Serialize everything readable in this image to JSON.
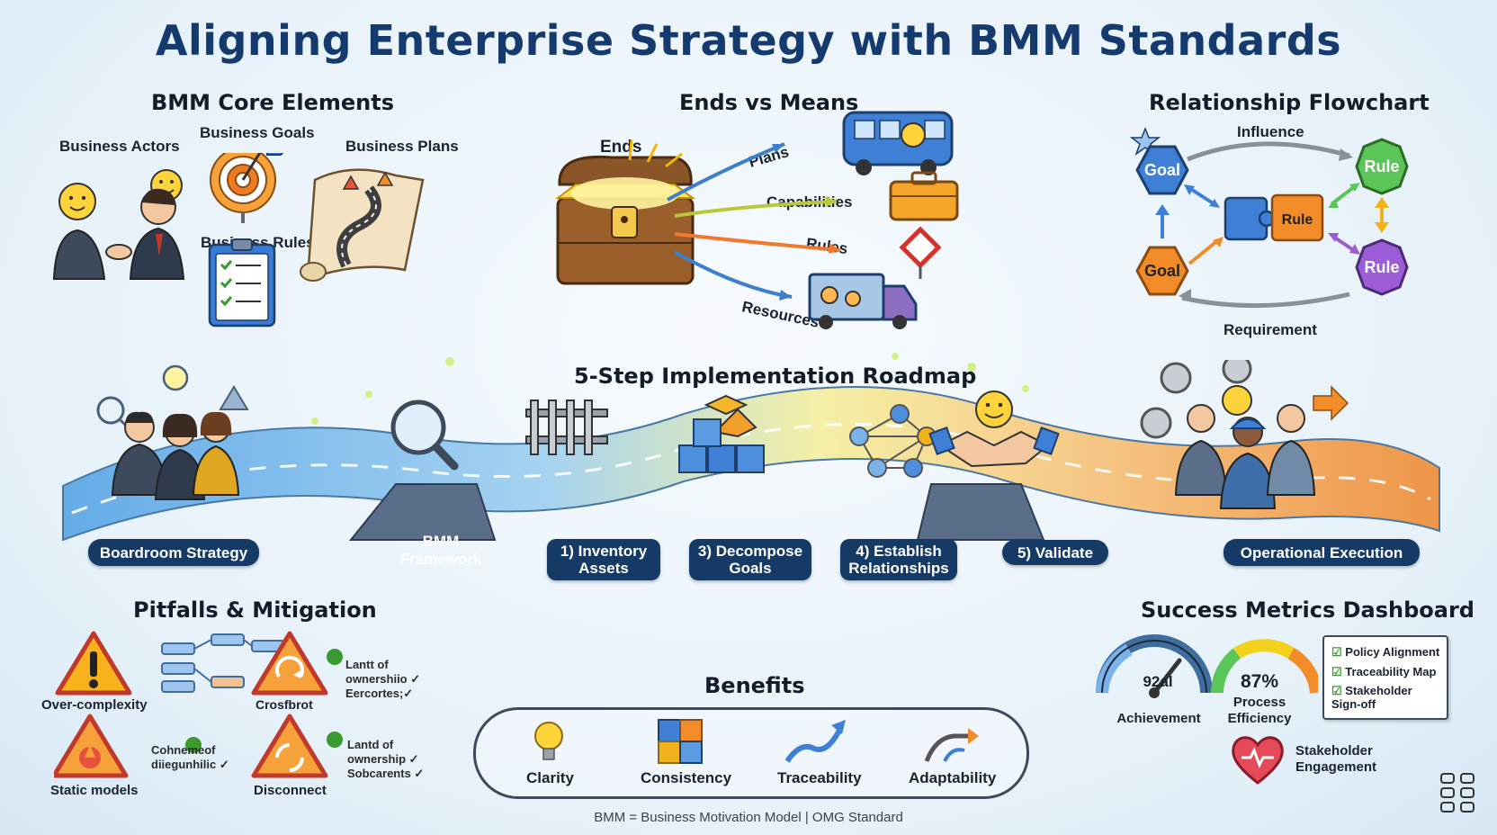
{
  "title": "Aligning Enterprise Strategy with BMM Standards",
  "core": {
    "heading": "BMM Core Elements",
    "actors": "Business Actors",
    "goals": "Business Goals",
    "plans": "Business Plans",
    "rules": "Business Rules"
  },
  "ends_means": {
    "heading": "Ends vs Means",
    "ends": "Ends",
    "means": [
      "Plans",
      "Capabilities",
      "Rules",
      "Resources"
    ]
  },
  "flow": {
    "heading": "Relationship Flowchart",
    "influence": "Influence",
    "requirement": "Requirement",
    "goal_top": "Goal",
    "goal_bottom": "Goal",
    "rule_top": "Rule",
    "rule_mid": "Rule",
    "rule_bottom": "Rule"
  },
  "roadmap": {
    "heading": "5-Step Implementation Roadmap",
    "start": "Boardroom Strategy",
    "framework": "BMM\nFramework",
    "steps": [
      "1) Inventory\nAssets",
      "3) Decompose\nGoals",
      "4) Establish\nRelationships",
      "5) Validate"
    ],
    "end": "Operational Execution"
  },
  "pitfalls": {
    "heading": "Pitfalls & Mitigation",
    "items": [
      "Over-complexity",
      "Crosfbrot",
      "Static models",
      "Disconnect"
    ],
    "notes": [
      "Lantt of\nownershiio ✓\nEercortes;✓",
      "Cohnemeof\ndiiegunhilic ✓",
      "Lantd of\nownership ✓\nSobcarents ✓"
    ]
  },
  "benefits": {
    "heading": "Benefits",
    "items": [
      "Clarity",
      "Consistency",
      "Traceability",
      "Adaptability"
    ]
  },
  "metrics": {
    "heading": "Success Metrics Dashboard",
    "gauge1_value": "92al",
    "gauge1_label": "Achievement",
    "gauge2_value": "87%",
    "gauge2_label": "Process\nEfficiency",
    "checklist": [
      "Policy Alignment",
      "Traceability Map",
      "Stakeholder\nSign-off"
    ],
    "engagement": "Stakeholder\nEngagement"
  },
  "footer": "BMM = Business Motivation Model | OMG Standard",
  "colors": {
    "navy": "#163a66",
    "title": "#153a6e",
    "goal": "#f28c28",
    "rule_green": "#5cc55a",
    "rule_purple": "#9b5cd6"
  }
}
